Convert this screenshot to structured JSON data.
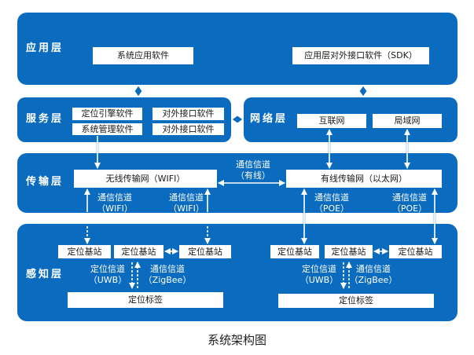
{
  "colors": {
    "layer": "#0b6cbf",
    "box": "#ffffff",
    "ink": "#1a1a1a",
    "caption": "#222222"
  },
  "application_layer": {
    "label": "应用层",
    "system_app_software": "系统应用软件",
    "sdk_software": "应用层对外接口软件（SDK）"
  },
  "service_layer": {
    "label": "服务层",
    "positioning_engine": "定位引擎软件",
    "external_interface_1": "对外接口软件",
    "system_management": "系统管理软件",
    "external_interface_2": "对外接口软件"
  },
  "network_layer": {
    "label": "网络层",
    "internet": "互联网",
    "lan": "局域网"
  },
  "transmission_layer": {
    "label": "传输层",
    "wireless": "无线传输网（WIFI）",
    "wired": "有线传输网（以太网）",
    "wired_channel": {
      "line1": "通信信道",
      "line2": "（有线）"
    },
    "wifi_channels": [
      {
        "line1": "通信信道",
        "line2": "（WIFI）"
      },
      {
        "line1": "通信信道",
        "line2": "（WIFI）"
      }
    ],
    "poe_channels": [
      {
        "line1": "通信信道",
        "line2": "（POE）"
      },
      {
        "line1": "通信信道",
        "line2": "（POE）"
      }
    ]
  },
  "perception_layer": {
    "label": "感知层",
    "groups": [
      {
        "stations": [
          "定位基站",
          "定位基站",
          "定位基站"
        ],
        "positioning_channel": {
          "line1": "定位信道",
          "line2": "（UWB）"
        },
        "communication_channel": {
          "line1": "通信信道",
          "line2": "（ZigBee）"
        },
        "tag": "定位标签"
      },
      {
        "stations": [
          "定位基站",
          "定位基站",
          "定位基站"
        ],
        "positioning_channel": {
          "line1": "定位信道",
          "line2": "（UWB）"
        },
        "communication_channel": {
          "line1": "通信信道",
          "line2": "（ZigBee）"
        },
        "tag": "定位标签"
      }
    ]
  },
  "caption": "系统架构图"
}
